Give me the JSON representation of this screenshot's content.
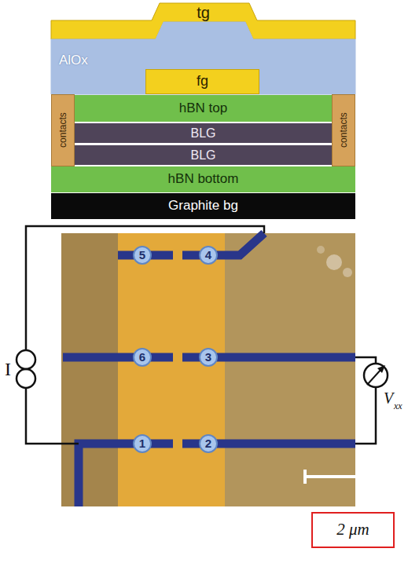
{
  "diagram": {
    "nodes": [
      {
        "text": [
          "tg"
        ]
      },
      {
        "text": [
          "AlOx"
        ]
      },
      {
        "text": [
          "fg"
        ],
        "in": 1
      },
      {
        "text": [
          "contacts"
        ]
      },
      {
        "text": [
          "hBN top"
        ]
      },
      {
        "text": [
          "contacts"
        ]
      },
      {
        "text": [
          "BLG"
        ]
      },
      {
        "text": [
          "BLG"
        ]
      },
      {
        "text": [
          "hBN bottom"
        ]
      },
      {
        "text": [
          "Graphite bg"
        ]
      },
      {
        "text": [
          "5"
        ]
      },
      {
        "text": [
          "4"
        ]
      },
      {
        "text": [
          "6"
        ]
      },
      {
        "text": [
          "3"
        ]
      },
      {
        "text": [
          "1"
        ]
      },
      {
        "text": [
          "2"
        ]
      },
      {
        "text": [
          "2 μm"
        ]
      }
    ],
    "labels": [
      "I",
      "V",
      "xx"
    ]
  }
}
